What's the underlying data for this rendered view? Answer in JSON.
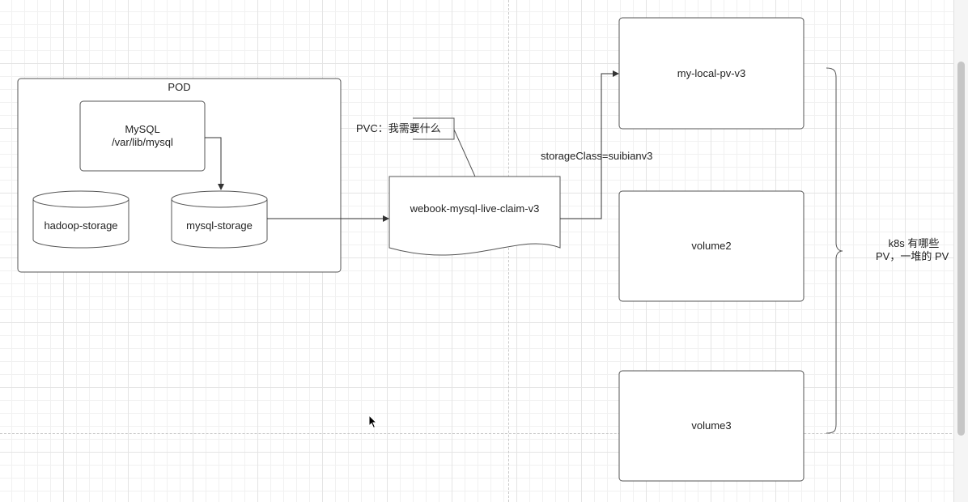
{
  "nodes": {
    "pod": {
      "label": "POD"
    },
    "mysql": {
      "line1": "MySQL",
      "line2": "/var/lib/mysql"
    },
    "hadoop_storage": {
      "label": "hadoop-storage"
    },
    "mysql_storage": {
      "label": "mysql-storage"
    },
    "pvc": {
      "label": "webook-mysql-live-claim-v3"
    },
    "pvc_note": {
      "label": "PVC：我需要什么"
    },
    "storage_class": {
      "label": "storageClass=suibianv3"
    },
    "pv1": {
      "label": "my-local-pv-v3"
    },
    "pv2": {
      "label": "volume2"
    },
    "pv3": {
      "label": "volume3"
    },
    "brace_note": {
      "line1": "k8s 有哪些",
      "line2": "PV，一堆的 PV"
    }
  },
  "colors": {
    "stroke": "#555555",
    "text": "#222222",
    "grid": "#e4e4e4"
  }
}
